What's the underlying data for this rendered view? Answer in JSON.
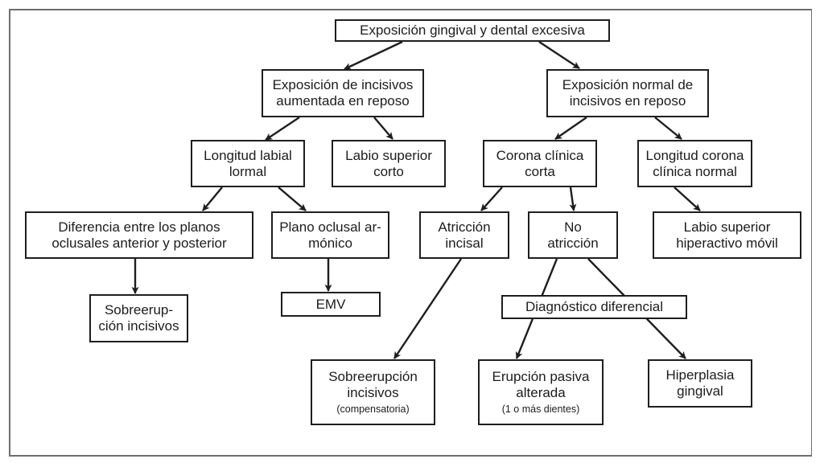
{
  "diagram": {
    "type": "flowchart",
    "colors": {
      "stroke": "#1e1e1e",
      "text": "#1c1c1c",
      "frame": "#6e6e6e",
      "background": "#ffffff"
    },
    "nodes": {
      "root": {
        "lines": [
          "Exposición gingival y dental excesiva"
        ]
      },
      "exp_aumentada": {
        "lines": [
          "Exposición de incisivos",
          "aumentada en reposo"
        ]
      },
      "exp_normal": {
        "lines": [
          "Exposición normal de",
          "incisivos en reposo"
        ]
      },
      "longitud_labial": {
        "lines": [
          "Longitud labial",
          "lormal"
        ]
      },
      "labio_corto": {
        "lines": [
          "Labio superior",
          "corto"
        ]
      },
      "corona_corta": {
        "lines": [
          "Corona clínica",
          "corta"
        ]
      },
      "corona_normal": {
        "lines": [
          "Longitud corona",
          "clínica normal"
        ]
      },
      "diferencia_planos": {
        "lines": [
          "Diferencia entre los planos",
          "oclusales anterior y posterior"
        ]
      },
      "plano_armonico": {
        "lines": [
          "Plano oclusal ar-",
          "mónico"
        ]
      },
      "atriccion": {
        "lines": [
          "Atricción",
          "incisal"
        ]
      },
      "no_atriccion": {
        "lines": [
          "No",
          "atricción"
        ]
      },
      "labio_hiperactivo": {
        "lines": [
          "Labio superior",
          "hiperactivo móvil"
        ]
      },
      "sobreerupcion_1": {
        "lines": [
          "Sobreerup-",
          "ción incisivos"
        ]
      },
      "emv": {
        "lines": [
          "EMV"
        ]
      },
      "diagnostico": {
        "lines": [
          "Diagnóstico diferencial"
        ]
      },
      "sobreerupcion_2": {
        "lines": [
          "Sobreerupción",
          "incisivos"
        ],
        "note": "(compensatoria)"
      },
      "erupcion_pasiva": {
        "lines": [
          "Erupción pasiva",
          "alterada"
        ],
        "note": "(1 o más dientes)"
      },
      "hiperplasia": {
        "lines": [
          "Hiperplasia",
          "gingival"
        ]
      }
    },
    "edges": [
      {
        "from": "root",
        "to": "exp_aumentada",
        "arrow": true
      },
      {
        "from": "root",
        "to": "exp_normal",
        "arrow": true
      },
      {
        "from": "exp_aumentada",
        "to": "longitud_labial",
        "arrow": true
      },
      {
        "from": "exp_aumentada",
        "to": "labio_corto",
        "arrow": true
      },
      {
        "from": "exp_normal",
        "to": "corona_corta",
        "arrow": true
      },
      {
        "from": "exp_normal",
        "to": "corona_normal",
        "arrow": true
      },
      {
        "from": "longitud_labial",
        "to": "diferencia_planos",
        "arrow": true
      },
      {
        "from": "longitud_labial",
        "to": "plano_armonico",
        "arrow": true
      },
      {
        "from": "corona_corta",
        "to": "atriccion",
        "arrow": true
      },
      {
        "from": "corona_corta",
        "to": "no_atriccion",
        "arrow": true
      },
      {
        "from": "corona_normal",
        "to": "labio_hiperactivo",
        "arrow": true
      },
      {
        "from": "diferencia_planos",
        "to": "sobreerupcion_1",
        "arrow": true
      },
      {
        "from": "plano_armonico",
        "to": "emv",
        "arrow": true
      },
      {
        "from": "atriccion",
        "to": "sobreerupcion_2",
        "arrow": true
      },
      {
        "from": "no_atriccion",
        "to": "erupcion_pasiva",
        "arrow": true,
        "via": "diagnostico"
      },
      {
        "from": "no_atriccion",
        "to": "hiperplasia",
        "arrow": true,
        "via": "diagnostico"
      }
    ]
  }
}
